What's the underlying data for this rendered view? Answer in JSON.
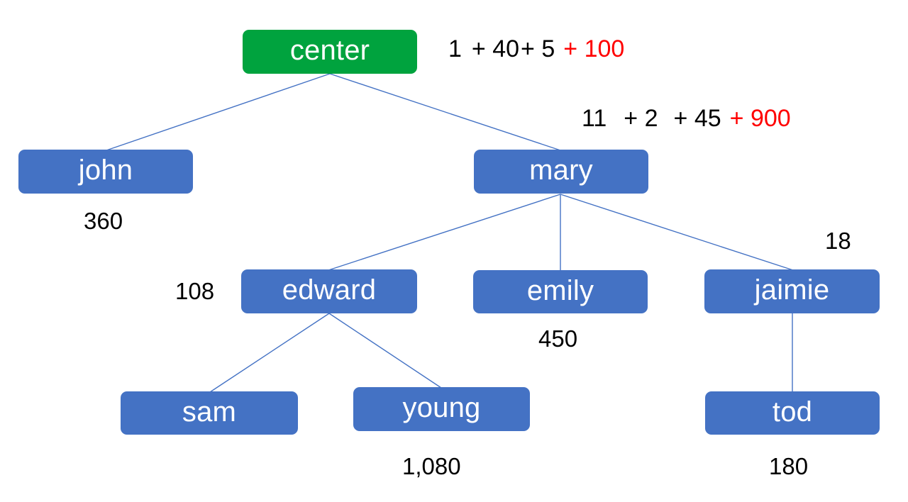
{
  "diagram": {
    "title": "organization tree with cumulative cost annotations",
    "colors": {
      "node_blue": "#4472C4",
      "node_green": "#00A33E",
      "edge": "#4472C4",
      "text_black": "#000000",
      "text_red": "#FF0000",
      "background": "#FFFFFF"
    },
    "nodes": [
      {
        "id": "center",
        "label": "center",
        "color": "green"
      },
      {
        "id": "john",
        "label": "john",
        "color": "blue"
      },
      {
        "id": "mary",
        "label": "mary",
        "color": "blue"
      },
      {
        "id": "edward",
        "label": "edward",
        "color": "blue"
      },
      {
        "id": "emily",
        "label": "emily",
        "color": "blue"
      },
      {
        "id": "jaimie",
        "label": "jaimie",
        "color": "blue"
      },
      {
        "id": "sam",
        "label": "sam",
        "color": "blue"
      },
      {
        "id": "young",
        "label": "young",
        "color": "blue"
      },
      {
        "id": "tod",
        "label": "tod",
        "color": "blue"
      }
    ],
    "edges": [
      {
        "from": "center",
        "to": "john"
      },
      {
        "from": "center",
        "to": "mary"
      },
      {
        "from": "mary",
        "to": "edward"
      },
      {
        "from": "mary",
        "to": "emily"
      },
      {
        "from": "mary",
        "to": "jaimie"
      },
      {
        "from": "edward",
        "to": "sam"
      },
      {
        "from": "edward",
        "to": "young"
      },
      {
        "from": "jaimie",
        "to": "tod"
      }
    ],
    "formula_center": {
      "terms": [
        "1",
        "+ 40",
        "+ 5"
      ],
      "highlight": "+ 100",
      "full_text": "1 + 40 + 5 + 100"
    },
    "formula_mary": {
      "terms": [
        "11",
        "+ 2",
        "+ 45"
      ],
      "highlight": "+ 900",
      "full_text": "11  + 2  + 45 + 900"
    },
    "value_labels": {
      "john": "360",
      "edward": "108",
      "emily": "450",
      "jaimie": "18",
      "young": "1,080",
      "tod": "180"
    }
  }
}
